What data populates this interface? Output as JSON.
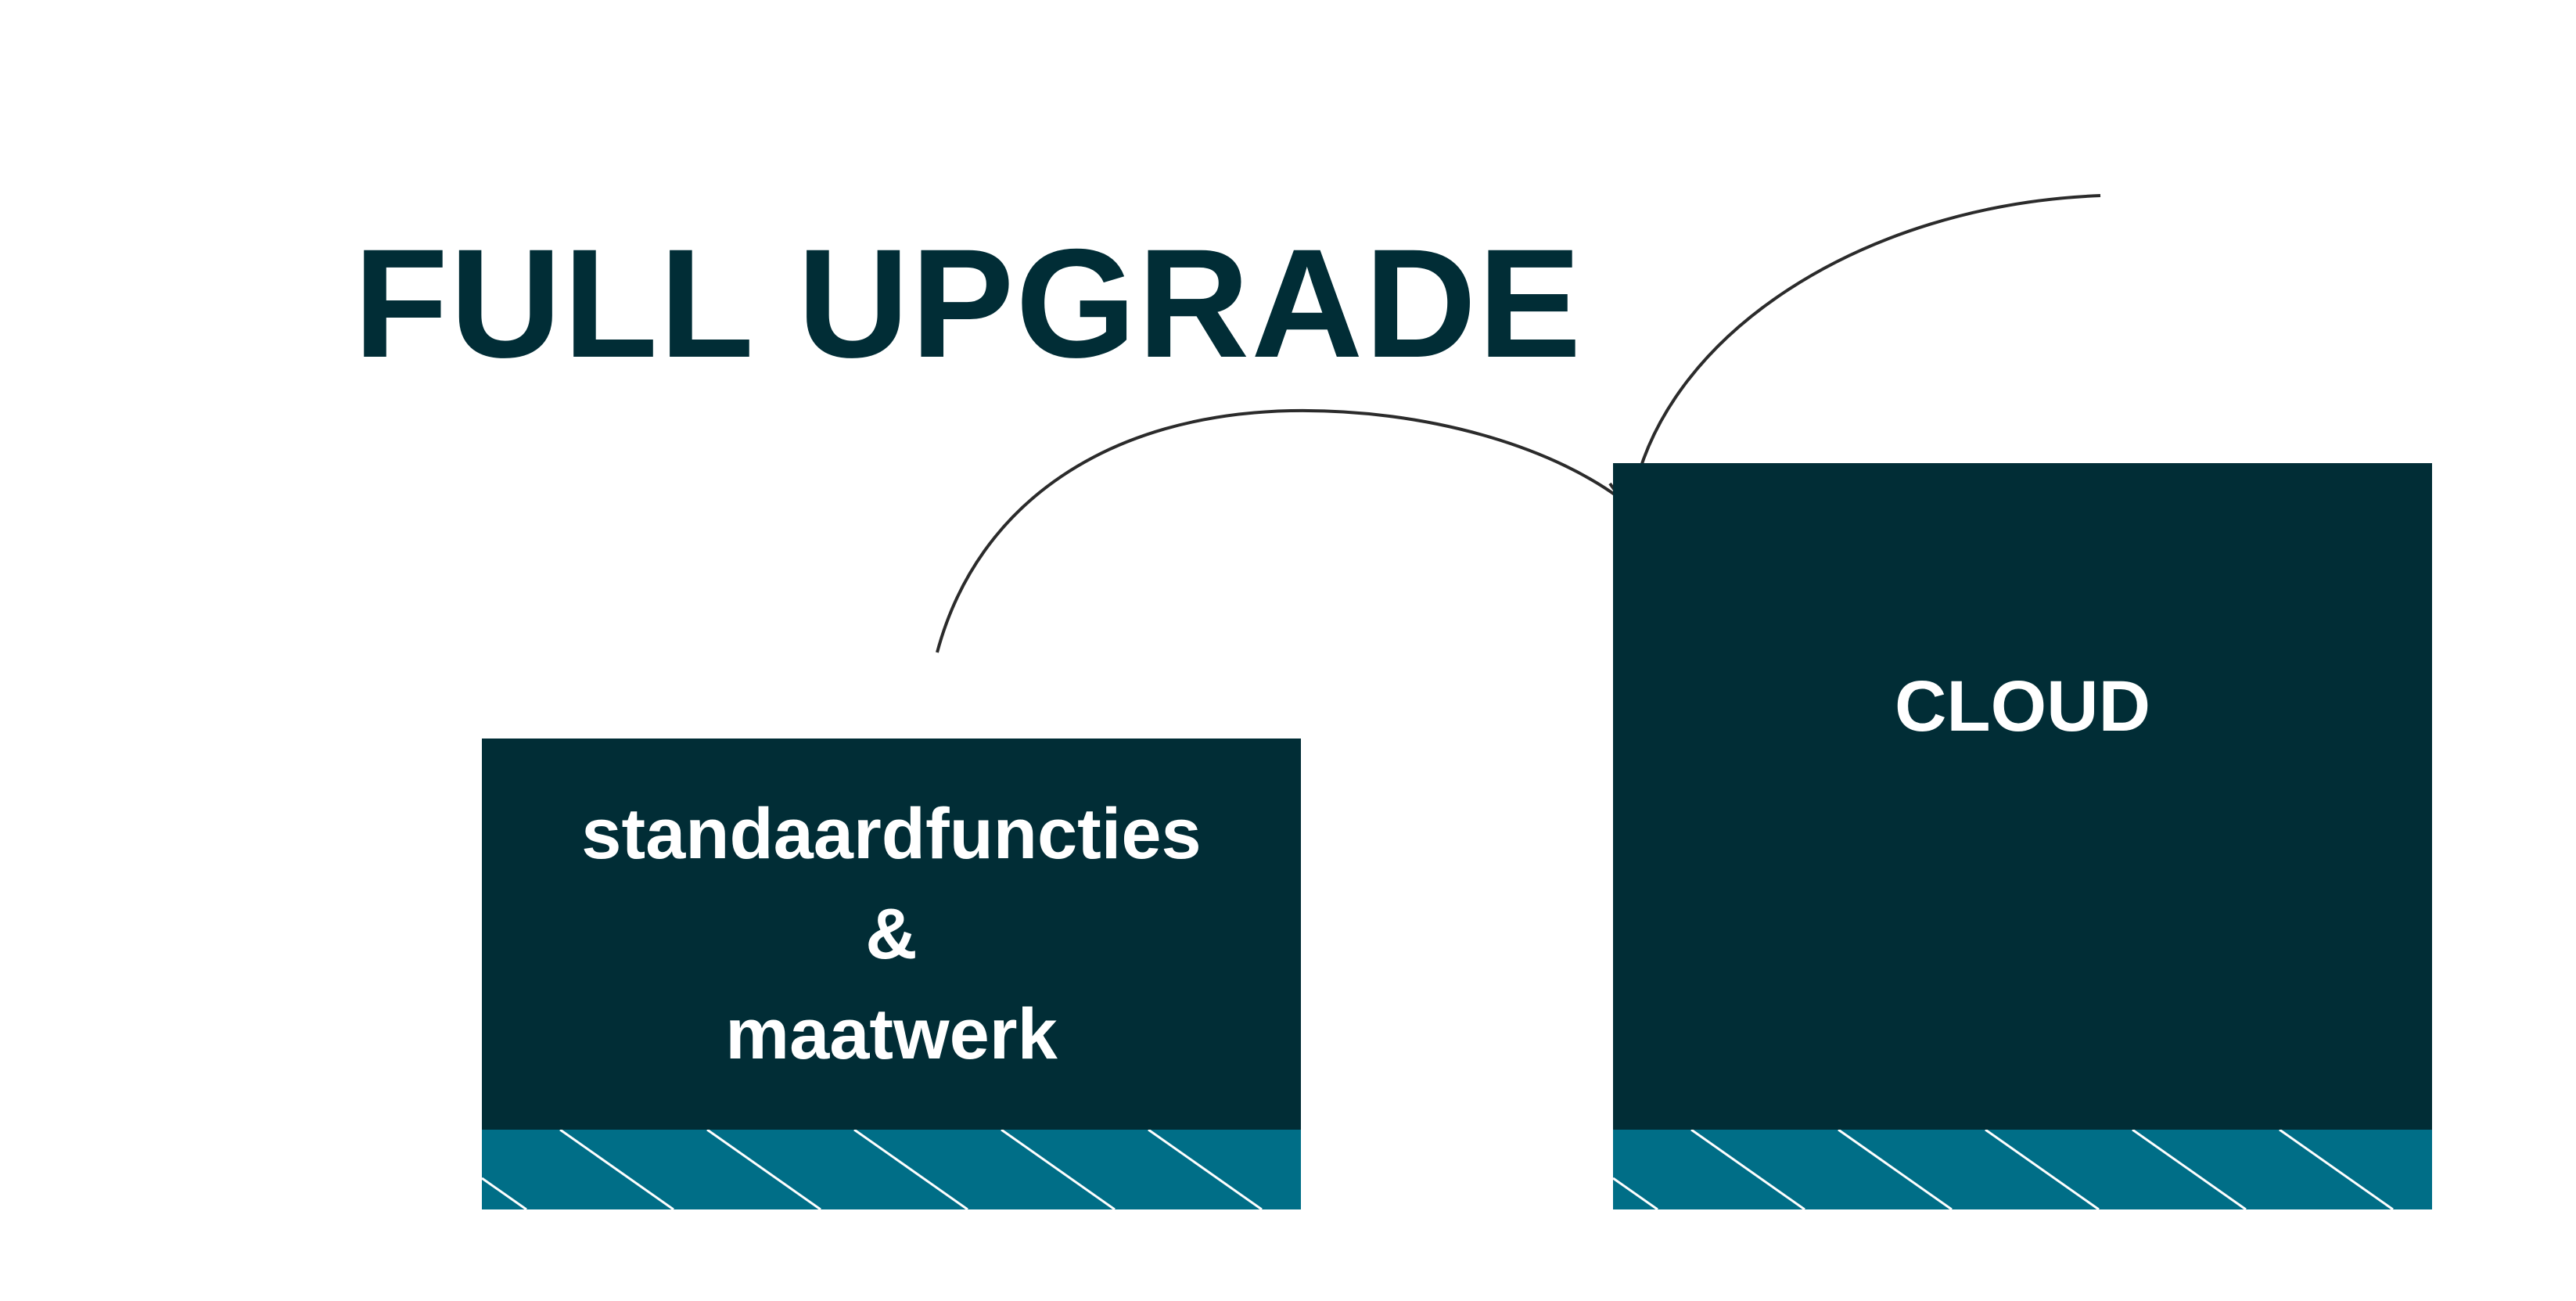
{
  "title": "FULL UPGRADE",
  "blocks": {
    "left": {
      "line1": "standaardfuncties",
      "line2": "&",
      "line3": "maatwerk"
    },
    "right": {
      "label": "CLOUD"
    }
  },
  "colors": {
    "title": "#012d36",
    "block": "#012d36",
    "base": "#006e87",
    "hatch": "#ffffff",
    "connector": "#2b2b2b"
  }
}
